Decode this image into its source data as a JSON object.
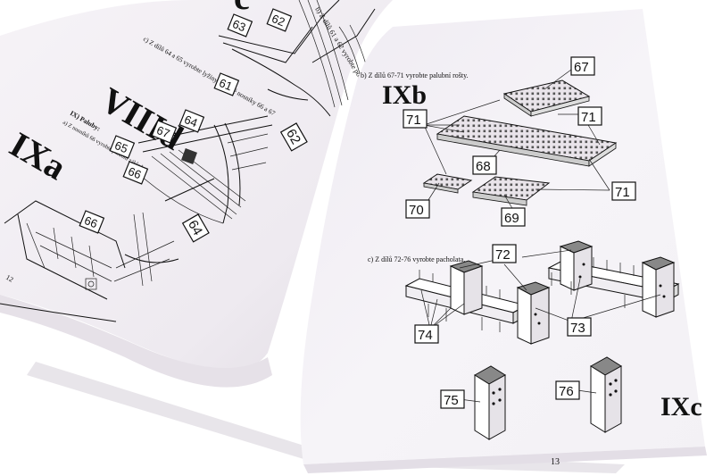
{
  "left_page": {
    "page_number": "12",
    "heading_viiid": "VIIId",
    "heading_ixa": "IXa",
    "heading_top_partial": "c",
    "caption_top": "b) Z dílů 61 a 62 vyrobte podélné trámy 63",
    "caption_mid": "c) Z dílů 64 a 65 vyrobte lyžiny (kluzné nosníky 66 a 67",
    "section_ix": "IX) Paluby:",
    "section_ix_sub": "a) Z nosníků 66 vyrobte palubní základ.",
    "part_labels": [
      "63",
      "62",
      "61",
      "62",
      "67",
      "64",
      "65",
      "66",
      "64",
      "66"
    ]
  },
  "right_page": {
    "page_number": "13",
    "heading_ixb": "IXb",
    "heading_ixc": "IXc",
    "caption_b": "b) Z dílů 67-71 vyrobte palubní rošty.",
    "caption_c": "c) Z dílů 72-76 vyrobte pacholata.",
    "part_labels_b": [
      "67",
      "71",
      "71",
      "68",
      "70",
      "69",
      "71"
    ],
    "part_labels_c": [
      "72",
      "74",
      "73",
      "75",
      "76"
    ]
  }
}
